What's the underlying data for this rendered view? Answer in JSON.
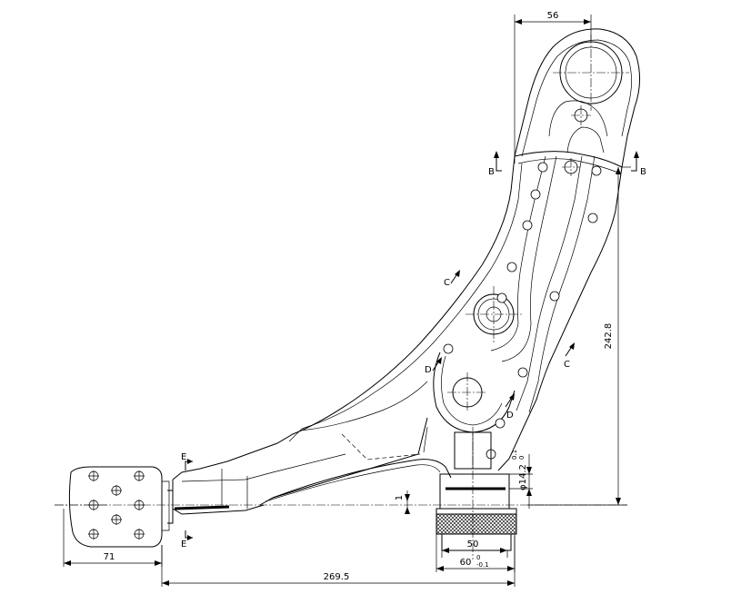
{
  "drawing": {
    "dimensions": {
      "top_width": "56",
      "height_right": "242.8",
      "ball_stud_length": "71",
      "overall_length": "269.5",
      "bushing_inner": "50",
      "bushing_outer": "60",
      "bushing_outer_tol_upper": "0",
      "bushing_outer_tol_lower": "-0.1",
      "bushing_dia": "φ14.2",
      "bushing_dia_tol_upper": "0.1",
      "bushing_dia_tol_lower": "0",
      "offset": "1"
    },
    "section_labels": {
      "b_left": "B",
      "b_right": "B",
      "c_upper": "C",
      "c_lower": "C",
      "d_left": "D",
      "d_right": "D",
      "e_upper": "E",
      "e_lower": "E"
    }
  }
}
